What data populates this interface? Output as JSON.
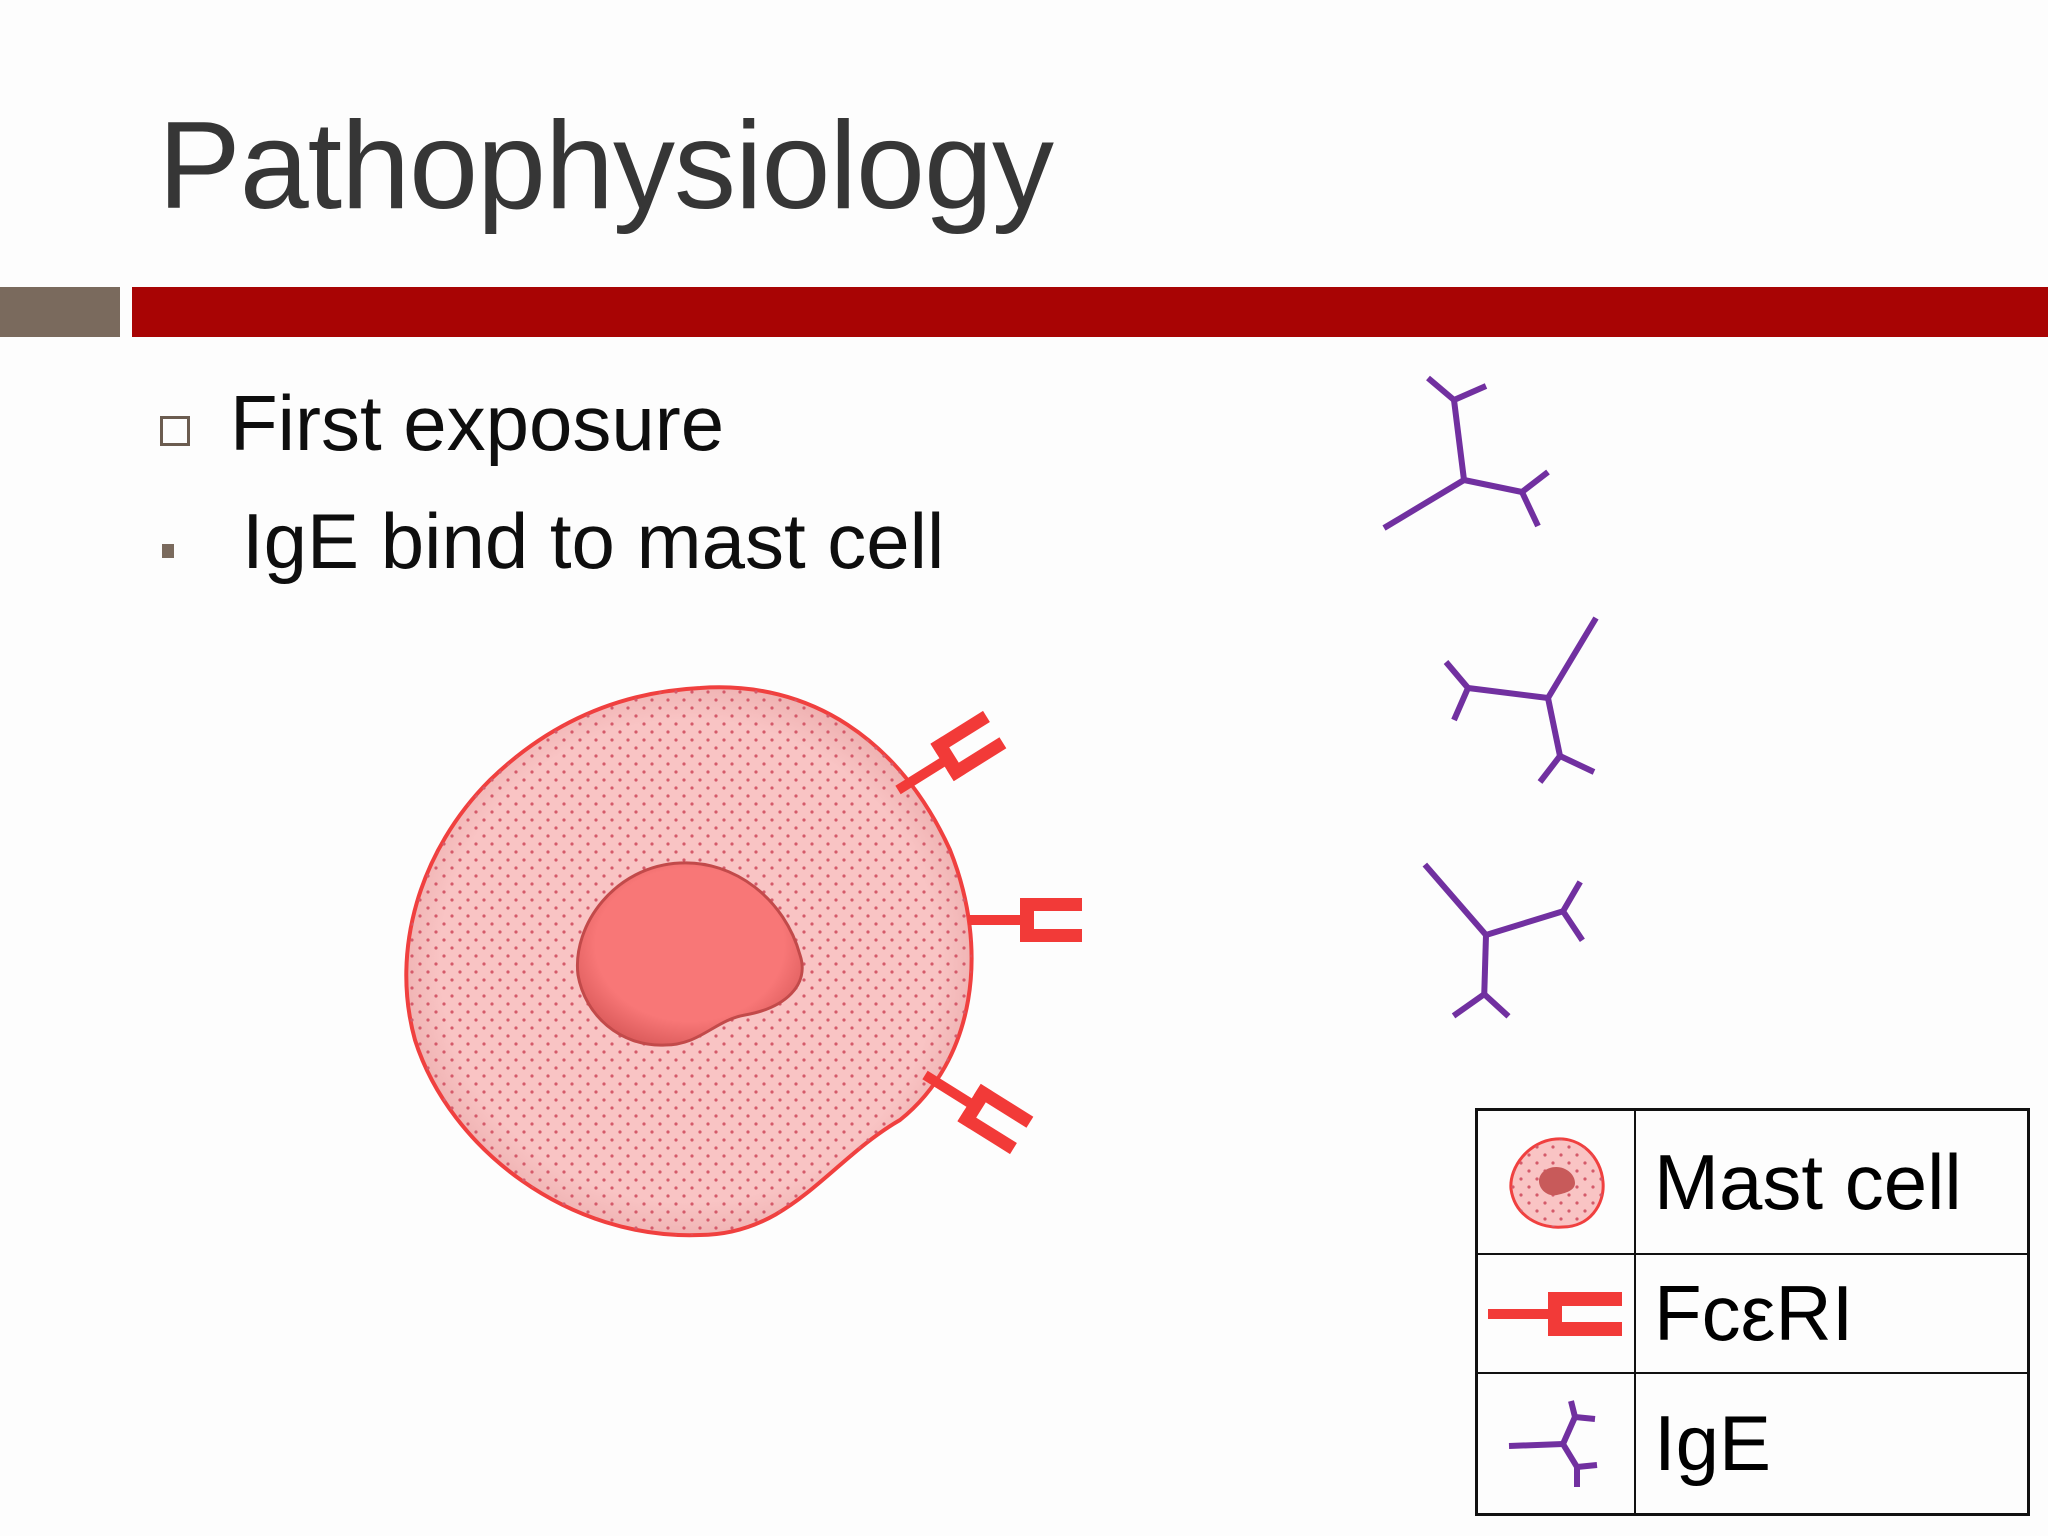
{
  "slide": {
    "title": "Pathophysiology",
    "bullets": [
      {
        "style": "hollow-square",
        "text": "First exposure"
      },
      {
        "style": "small-filled-square",
        "text": "IgE bind to mast cell"
      }
    ]
  },
  "legend": {
    "rows": [
      {
        "icon": "mast-cell-icon",
        "label": "Mast cell"
      },
      {
        "icon": "fceri-receptor-icon",
        "label": "FcεRI"
      },
      {
        "icon": "ige-antibody-icon",
        "label": "IgE"
      }
    ]
  },
  "colors": {
    "title_text": "#363636",
    "accent_bar": "#a80404",
    "side_bar": "#7a6a5d",
    "mast_cell_fill": "#f9c4c4",
    "mast_cell_outline": "#f0403f",
    "nucleus_fill": "#f87777",
    "receptor": "#f23a38",
    "ige": "#7130a0"
  }
}
